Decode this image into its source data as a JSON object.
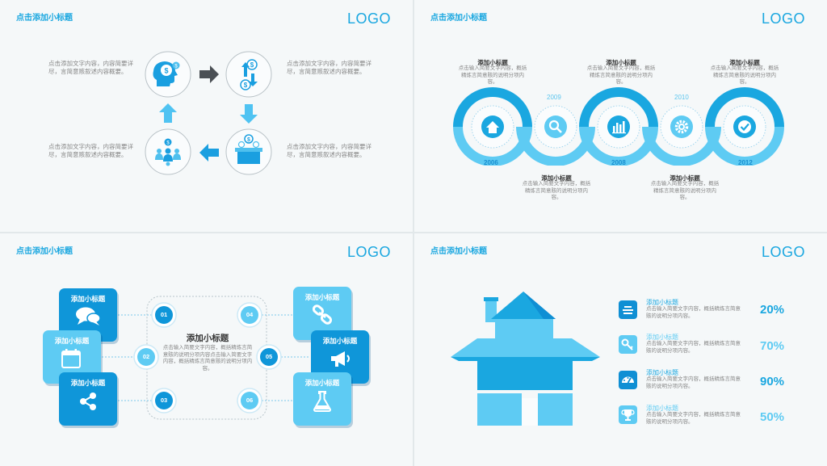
{
  "colors": {
    "blue": "#1aa7e0",
    "dark_blue": "#0f8fd4",
    "light_blue": "#5ecbf3",
    "bg": "#f5f8f9"
  },
  "slide1": {
    "subtitle": "点击添加小标题",
    "logo": "LOGO",
    "text_tl": "点击添加文字内容，内容简要详尽，言简意赅叙述内容概要。",
    "text_tr": "点击添加文字内容，内容简要详尽，言简意赅叙述内容概要。",
    "text_bl": "点击添加文字内容，内容简要详尽，言简意赅叙述内容概要。",
    "text_br": "点击添加文字内容，内容简要详尽，言简意赅叙述内容概要。",
    "icons": [
      "head-money-icon",
      "money-exchange-icon",
      "money-box-icon",
      "people-group-icon"
    ]
  },
  "slide2": {
    "subtitle": "点击添加小标题",
    "logo": "LOGO",
    "years": [
      "2006",
      "2009",
      "2008",
      "2010",
      "2012"
    ],
    "items": [
      {
        "title": "添加小标题",
        "desc": "点击输入简要文字内容，概括精炼言简意赅的说明分项内容。"
      },
      {
        "title": "添加小标题",
        "desc": "点击输入简要文字内容，概括精炼言简意赅的说明分项内容。"
      },
      {
        "title": "添加小标题",
        "desc": "点击输入简要文字内容，概括精炼言简意赅的说明分项内容。"
      },
      {
        "title": "添加小标题",
        "desc": "点击输入简要文字内容，概括精炼言简意赅的说明分项内容。"
      },
      {
        "title": "添加小标题",
        "desc": "点击输入简要文字内容，概括精炼言简意赅的说明分项内容。"
      }
    ]
  },
  "slide3": {
    "subtitle": "点击添加小标题",
    "logo": "LOGO",
    "center_title": "添加小标题",
    "center_desc": "点击输入简要文字内容，概括精炼言简意赅的说明分项内容点击输入简要文字内容，概括精炼言简意赅的说明分项内容。",
    "tiles": [
      "添加小标题",
      "添加小标题",
      "添加小标题",
      "添加小标题",
      "添加小标题",
      "添加小标题"
    ],
    "numbers": [
      "01",
      "02",
      "03",
      "04",
      "05",
      "06"
    ]
  },
  "slide4": {
    "subtitle": "点击添加小标题",
    "logo": "LOGO",
    "items": [
      {
        "title": "添加小标题",
        "desc": "点击输入简要文字内容，概括精炼言简意赅的说明分项内容。",
        "pct": "20%",
        "icon": "stack-icon"
      },
      {
        "title": "添加小标题",
        "desc": "点击输入简要文字内容，概括精炼言简意赅的说明分项内容。",
        "pct": "70%",
        "icon": "key-icon"
      },
      {
        "title": "添加小标题",
        "desc": "点击输入简要文字内容，概括精炼言简意赅的说明分项内容。",
        "pct": "90%",
        "icon": "dashboard-icon"
      },
      {
        "title": "添加小标题",
        "desc": "点击输入简要文字内容，概括精炼言简意赅的说明分项内容。",
        "pct": "50%",
        "icon": "trophy-icon"
      }
    ]
  }
}
